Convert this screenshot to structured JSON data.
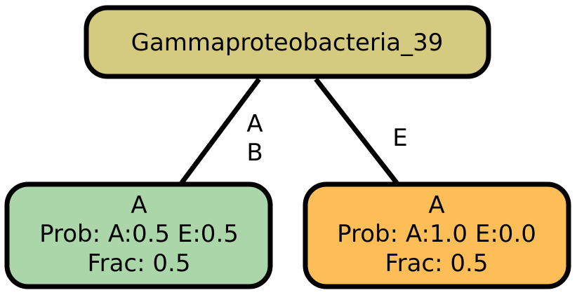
{
  "colors": {
    "root_fill": "#d4cb80",
    "left_fill": "#abd6a9",
    "right_fill": "#fdbe58",
    "stroke": "#000000",
    "background": "#ffffff"
  },
  "root": {
    "label": "Gammaproteobacteria_39"
  },
  "children": [
    {
      "state": "A",
      "prob": "Prob: A:0.5 E:0.5",
      "frac": "Frac: 0.5",
      "edge_label_line1": "A",
      "edge_label_line2": "B"
    },
    {
      "state": "A",
      "prob": "Prob: A:1.0 E:0.0",
      "frac": "Frac: 0.5",
      "edge_label_line1": "E"
    }
  ]
}
